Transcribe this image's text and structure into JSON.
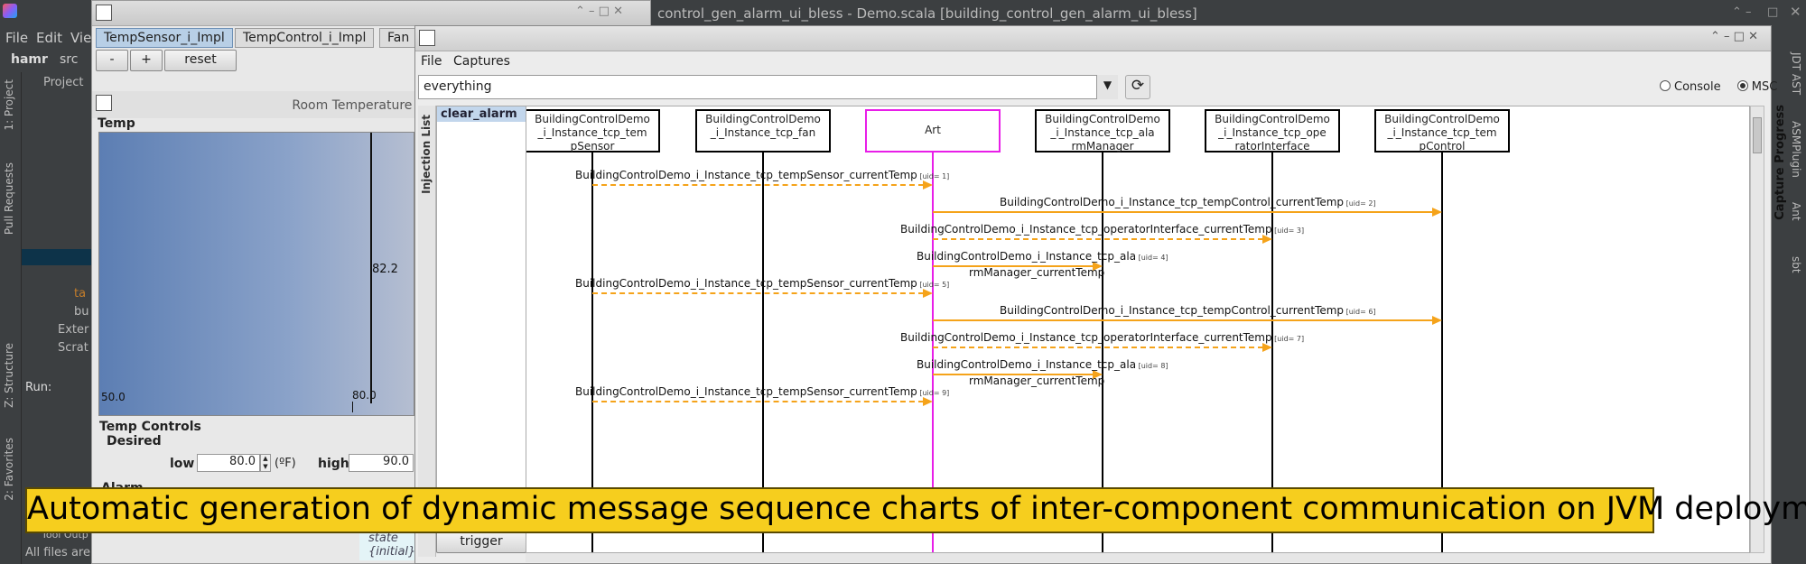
{
  "ide": {
    "title": "control_gen_alarm_ui_bless - Demo.scala [building_control_gen_alarm_ui_bless]",
    "menu": [
      "File",
      "Edit",
      "Vie"
    ],
    "breadcrumb": [
      "hamr",
      "src"
    ],
    "project_label": "Project",
    "tree_items": [
      "ta",
      "bu",
      "Exter",
      "Scrat"
    ],
    "run_label": "Run:",
    "left_tools": [
      "1: Project",
      "Pull Requests",
      "Z: Structure",
      "2: Favorites"
    ],
    "right_tools": [
      "JDT AST",
      "ASMPlugin",
      "Ant",
      "sbt"
    ],
    "status": "All files are",
    "tool_output": "Tool Outp"
  },
  "temp_window": {
    "tabs": [
      "TempSensor_i_Impl",
      "TempControl_i_Impl",
      "Fan"
    ],
    "buttons": [
      "-",
      "+",
      "reset"
    ],
    "panel_title": "Room Temperature Panel",
    "temp_group": "Temp",
    "gauge_value": "82.2",
    "gauge_min": "50.0",
    "gauge_mid": "80.0",
    "controls_group": "Temp Controls",
    "desired_group": "Desired",
    "low_label": "low",
    "low_value": "80.0",
    "unit": "(ºF)",
    "high_label": "high",
    "high_value": "90.0",
    "alarm_label": "Alarm",
    "state_text": "state",
    "initial_text": "{initial}"
  },
  "msc_window": {
    "menu": [
      "File",
      "Captures"
    ],
    "filter_value": "everything",
    "view_options": [
      {
        "label": "Console",
        "selected": false
      },
      {
        "label": "MSC",
        "selected": true
      }
    ],
    "injection_list_label": "Injection List",
    "injection_items": [
      "clear_alarm"
    ],
    "trigger_label": "trigger",
    "capture_progress_label": "Capture Progress",
    "lifelines": [
      "BuildingControlDemo\n_i_Instance_tcp_tem\npSensor",
      "BuildingControlDemo\n_i_Instance_tcp_fan",
      "Art",
      "BuildingControlDemo\n_i_Instance_tcp_ala\nrmManager",
      "BuildingControlDemo\n_i_Instance_tcp_ope\nratorInterface",
      "BuildingControlDemo\n_i_Instance_tcp_tem\npControl"
    ],
    "messages": [
      {
        "from": 0,
        "to": 2,
        "text": "BuildingControlDemo_i_Instance_tcp_tempSensor_currentTemp",
        "uid": "[uid= 1]",
        "style": "dashed"
      },
      {
        "from": 2,
        "to": 5,
        "text": "BuildingControlDemo_i_Instance_tcp_tempControl_currentTemp",
        "uid": "[uid= 2]",
        "style": "solid"
      },
      {
        "from": 2,
        "to": 4,
        "text": "BuildingControlDemo_i_Instance_tcp_operatorInterface_currentTemp",
        "uid": "[uid= 3]",
        "style": "dashed"
      },
      {
        "from": 2,
        "to": 3,
        "text": "BuildingControlDemo_i_Instance_tcp_ala",
        "text2": "rmManager_currentTemp",
        "uid": "[uid= 4]",
        "style": "solid"
      },
      {
        "from": 0,
        "to": 2,
        "text": "BuildingControlDemo_i_Instance_tcp_tempSensor_currentTemp",
        "uid": "[uid= 5]",
        "style": "dashed"
      },
      {
        "from": 2,
        "to": 5,
        "text": "BuildingControlDemo_i_Instance_tcp_tempControl_currentTemp",
        "uid": "[uid= 6]",
        "style": "solid"
      },
      {
        "from": 2,
        "to": 4,
        "text": "BuildingControlDemo_i_Instance_tcp_operatorInterface_currentTemp",
        "uid": "[uid= 7]",
        "style": "dashed"
      },
      {
        "from": 2,
        "to": 3,
        "text": "BuildingControlDemo_i_Instance_tcp_ala",
        "text2": "rmManager_currentTemp",
        "uid": "[uid= 8]",
        "style": "solid"
      },
      {
        "from": 0,
        "to": 2,
        "text": "BuildingControlDemo_i_Instance_tcp_tempSensor_currentTemp",
        "uid": "[uid= 9]",
        "style": "dashed"
      }
    ],
    "partial_message": "BuildingControlDemo_i_Instance_tcp_operatorInterface_currentTemp"
  },
  "caption": "Automatic generation of dynamic message sequence charts of inter-component communication on JVM deployment",
  "colors": {
    "accent": "#f5a31a",
    "art": "#e81ee8",
    "caption_bg": "#f6ce1e"
  }
}
